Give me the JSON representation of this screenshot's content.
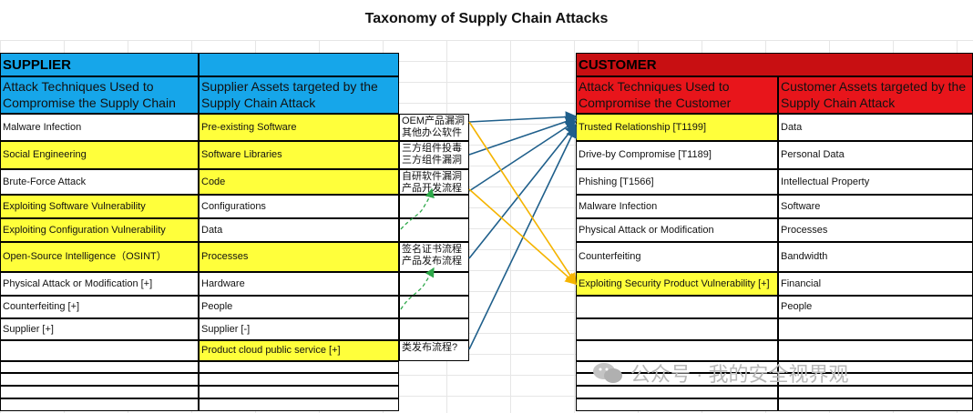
{
  "title": "Taxonomy of Supply Chain Attacks",
  "supplier": {
    "header": "SUPPLIER",
    "col1_header": "Attack Techniques Used to Compromise the Supply Chain",
    "col2_header": "Supplier Assets targeted by the Supply Chain Attack",
    "techniques": [
      "Malware Infection",
      "Social Engineering",
      "Brute-Force Attack",
      "Exploiting Software Vulnerability",
      "Exploiting Configuration Vulnerability",
      "Open-Source Intelligence（OSINT）",
      "Physical Attack or Modification [+]",
      "Counterfeiting [+]",
      "Supplier [+]"
    ],
    "assets": [
      "Pre-existing Software",
      "Software Libraries",
      "Code",
      "Configurations",
      "Data",
      "Processes",
      "Hardware",
      "People",
      "Supplier [-]",
      "Product cloud public service [+]"
    ]
  },
  "notes": [
    "OEM产品漏洞 其他办公软件",
    "三方组件投毒 三方组件漏洞",
    "自研软件漏洞 产品开发流程",
    "签名证书流程 产品发布流程",
    "类发布流程?"
  ],
  "customer": {
    "header": "CUSTOMER",
    "col1_header": "Attack Techniques Used to Compromise the Customer",
    "col2_header": "Customer Assets targeted by the Supply Chain Attack",
    "techniques": [
      "Trusted Relationship  [T1199]",
      "Drive-by Compromise  [T1189]",
      "Phishing [T1566]",
      "Malware Infection",
      "Physical Attack or Modification",
      "Counterfeiting",
      "Exploiting  Security Product Vulnerability  [+]"
    ],
    "assets": [
      "Data",
      "Personal Data",
      "Intellectual Property",
      "Software",
      "Processes",
      "Bandwidth",
      "Financial",
      "People"
    ]
  },
  "watermark": "公众号 · 我的安全视界观",
  "colors": {
    "supplier_header": "#16a6ea",
    "customer_header": "#c80f12",
    "customer_sub": "#e8151b",
    "highlight": "#ffff3b",
    "arrow_blue": "#1f5f8b",
    "arrow_orange": "#f5b400",
    "arrow_green": "#2ea84a"
  }
}
